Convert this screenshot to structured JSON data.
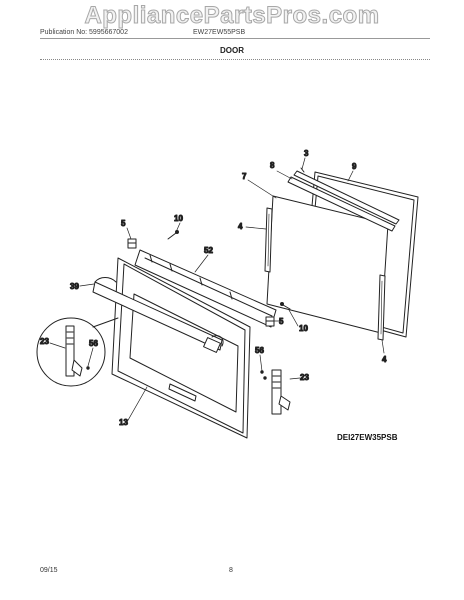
{
  "watermark": "AppliancePartsPros.com",
  "header": {
    "publication": "Publication No: 5995667002",
    "model": "EW27EW55PSB",
    "section_title": "DOOR"
  },
  "callouts": {
    "c3": "3",
    "c8": "8",
    "c9": "9",
    "c7": "7",
    "c4a": "4",
    "c4b": "4",
    "c5a": "5",
    "c5b": "5",
    "c10a": "10",
    "c10b": "10",
    "c52": "52",
    "c39": "39",
    "c23a": "23",
    "c23b": "23",
    "c56a": "56",
    "c56b": "56",
    "c13": "13"
  },
  "diagram_code": "DEI27EW35PSB",
  "footer": {
    "date": "09/15",
    "page": "8"
  }
}
